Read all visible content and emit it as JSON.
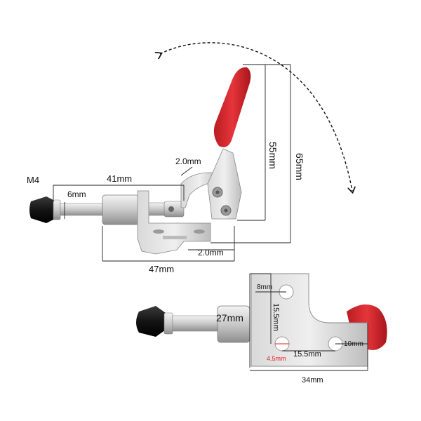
{
  "figure": {
    "top_view": {
      "thread_label": "M4",
      "dim_plunger_length": "41mm",
      "dim_rod_diameter": "6mm",
      "dim_hook_thickness": "2.0mm",
      "dim_base_thickness": "2.0mm",
      "dim_base_length": "47mm",
      "dim_handle_height": "55mm",
      "dim_total_height": "65mm"
    },
    "bottom_view": {
      "dim_plunger_offset": "27mm",
      "dim_hole_top": "8mm",
      "dim_hole_vertical": "15.5mm",
      "dim_hole_diameter": "4.5mm",
      "dim_hole_spacing": "15.5mm",
      "dim_hole_right": "10mm",
      "dim_base_width": "34mm"
    }
  },
  "colors": {
    "handle_red": "#d8262c",
    "dimension_line": "#222222",
    "hole_note_red": "#e32222",
    "rubber_black": "#1a1a1a"
  },
  "icons": [
    "rotation-arc-arrow-icon"
  ]
}
